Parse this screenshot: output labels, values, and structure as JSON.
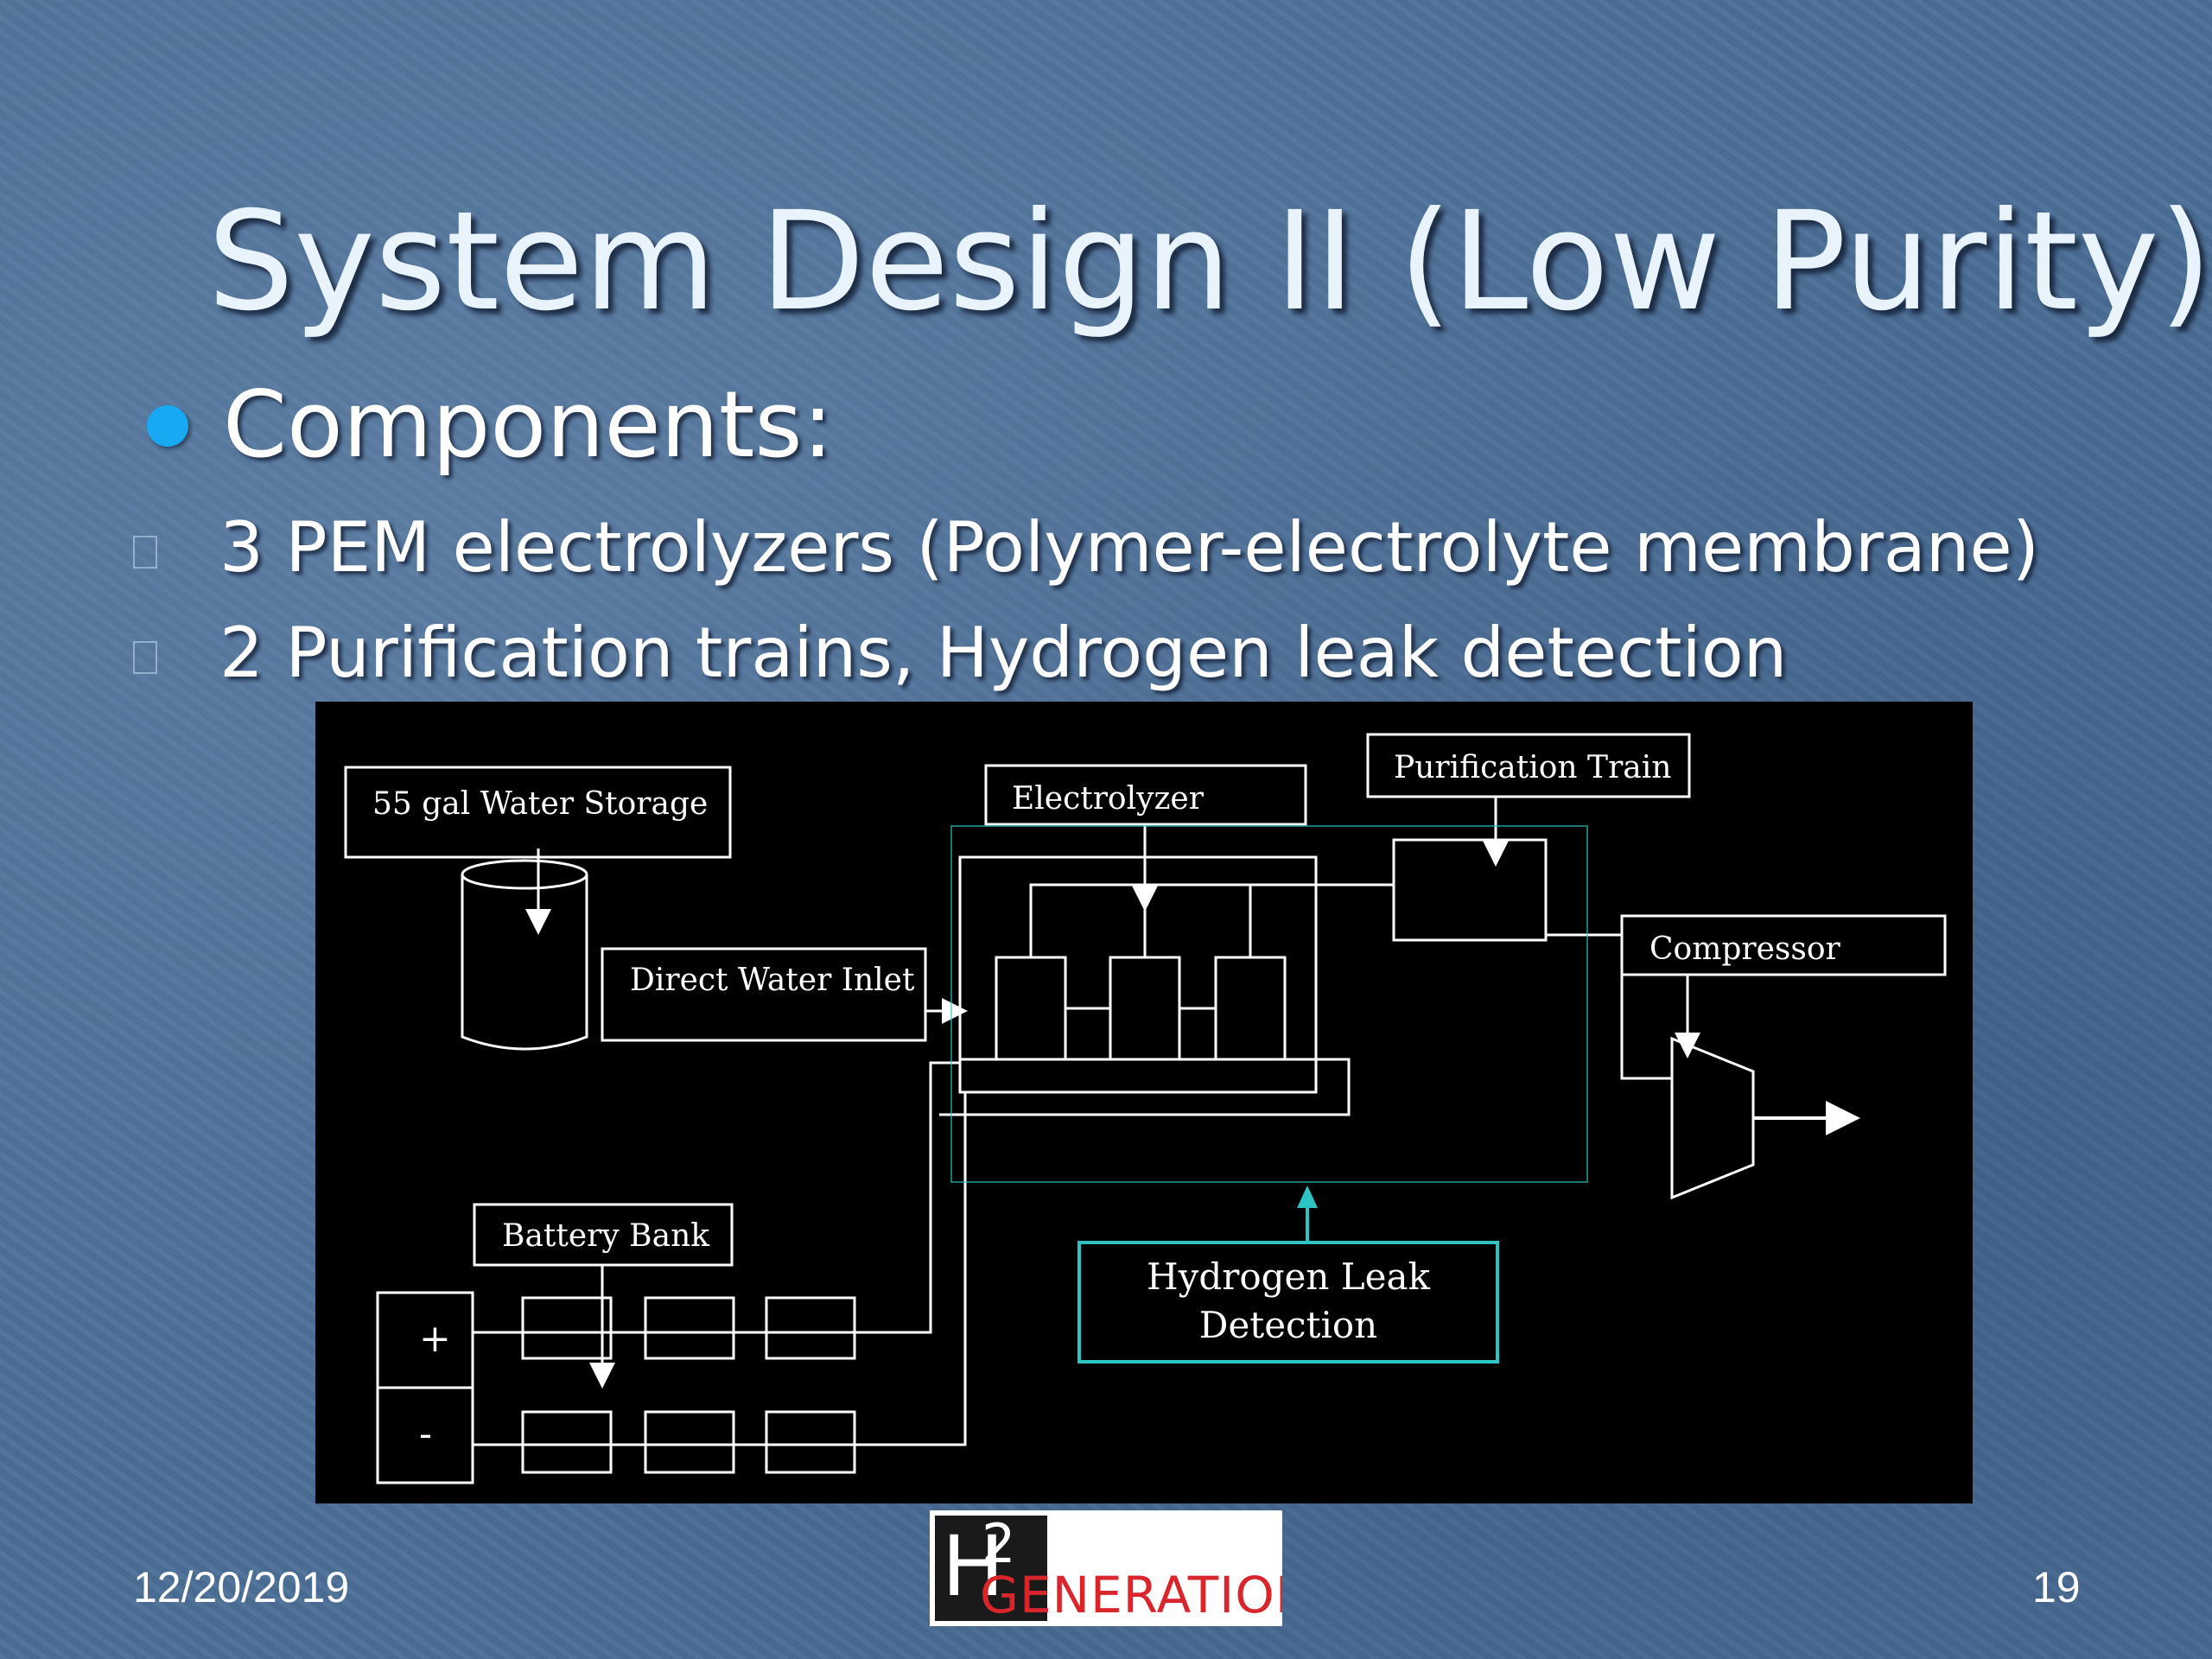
{
  "slide": {
    "title": "System Design II (Low Purity)",
    "bullet": "Components:",
    "sub_items": [
      "3 PEM electrolyzers (Polymer-electrolyte membrane)",
      "2 Purification trains, Hydrogen leak detection"
    ]
  },
  "diagram": {
    "labels": {
      "water_storage": "55 gal Water Storage",
      "electrolyzer": "Electrolyzer",
      "purification_train": "Purification Train",
      "compressor": "Compressor",
      "direct_water_inlet": "Direct Water Inlet",
      "battery_bank": "Battery Bank",
      "leak_line1": "Hydrogen Leak",
      "leak_line2": "Detection",
      "plus": "+",
      "minus": "-"
    }
  },
  "logo": {
    "h": "H",
    "two": "2",
    "text": "GENERATION"
  },
  "footer": {
    "date": "12/20/2019",
    "page": "19"
  },
  "colors": {
    "bullet": "#19a8f2",
    "background": "#4c6e96",
    "leak_box": "#2fc4c4",
    "logo_text": "#d8262c"
  }
}
